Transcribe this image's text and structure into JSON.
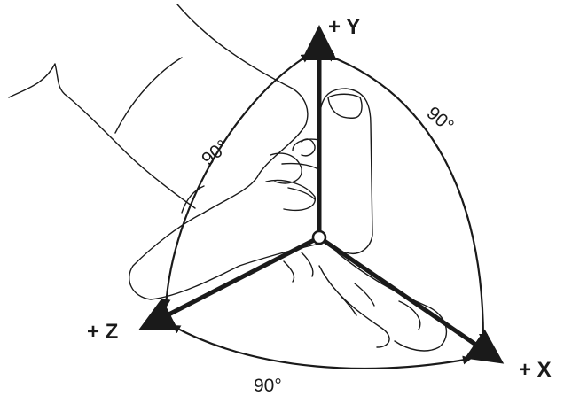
{
  "axes": {
    "y_label": "+ Y",
    "x_label": "+ X",
    "z_label": "+ Z"
  },
  "angles": {
    "yz_angle": "90°",
    "yx_angle": "90°",
    "zx_angle": "90°"
  }
}
